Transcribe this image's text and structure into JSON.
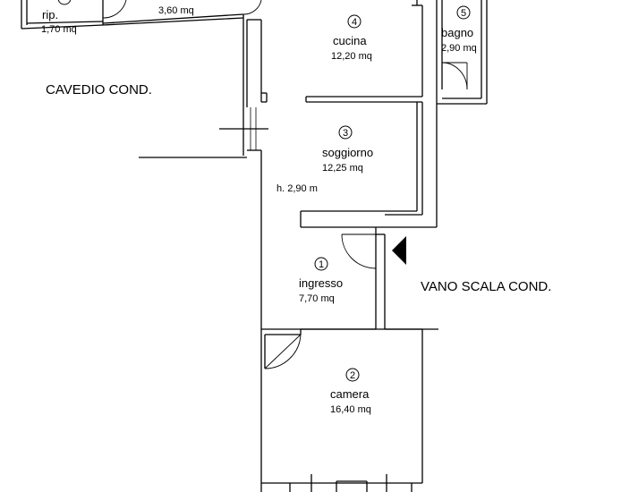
{
  "rooms": [
    {
      "number": "1",
      "name": "ingresso",
      "area": "7,70 mq"
    },
    {
      "number": "2",
      "name": "camera",
      "area": "16,40 mq"
    },
    {
      "number": "3",
      "name": "soggiorno",
      "area": "12,25 mq"
    },
    {
      "number": "4",
      "name": "cucina",
      "area": "12,20 mq"
    },
    {
      "number": "5",
      "name": "bagno",
      "area": "2,90 mq"
    }
  ],
  "partial_rooms": {
    "rip": {
      "name": "rip.",
      "area": "1,70 mq"
    },
    "corridor": {
      "area": "3,60 mq"
    }
  },
  "height_note": "h. 2,90 m",
  "areas": {
    "cavedio": "CAVEDIO COND.",
    "vano_scala": "VANO SCALA COND."
  }
}
